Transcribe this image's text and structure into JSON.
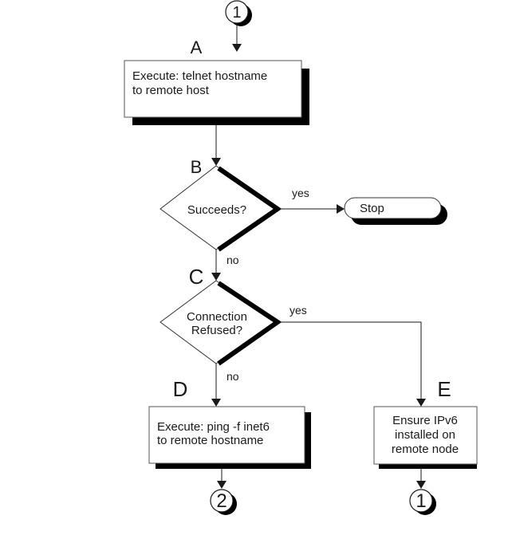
{
  "diagram": {
    "type": "flowchart",
    "colors": {
      "stroke": "#1a1a1a",
      "shadow": "#000000",
      "fill": "#ffffff"
    },
    "connectors": {
      "start": {
        "label": "1"
      },
      "end_d": {
        "label": "2"
      },
      "end_e": {
        "label": "1"
      }
    },
    "steps": {
      "A": {
        "letter": "A",
        "lines": [
          "Execute: telnet hostname",
          "to remote host"
        ]
      },
      "B": {
        "letter": "B",
        "lines": [
          "Succeeds?"
        ]
      },
      "C": {
        "letter": "C",
        "lines": [
          "Connection",
          "Refused?"
        ]
      },
      "D": {
        "letter": "D",
        "lines": [
          "Execute: ping -f inet6",
          "to remote hostname"
        ]
      },
      "E": {
        "letter": "E",
        "lines": [
          "Ensure IPv6",
          "installed on",
          "remote node"
        ]
      }
    },
    "terminal": {
      "label": "Stop"
    },
    "edges": {
      "b_yes": "yes",
      "b_no": "no",
      "c_yes": "yes",
      "c_no": "no"
    }
  }
}
